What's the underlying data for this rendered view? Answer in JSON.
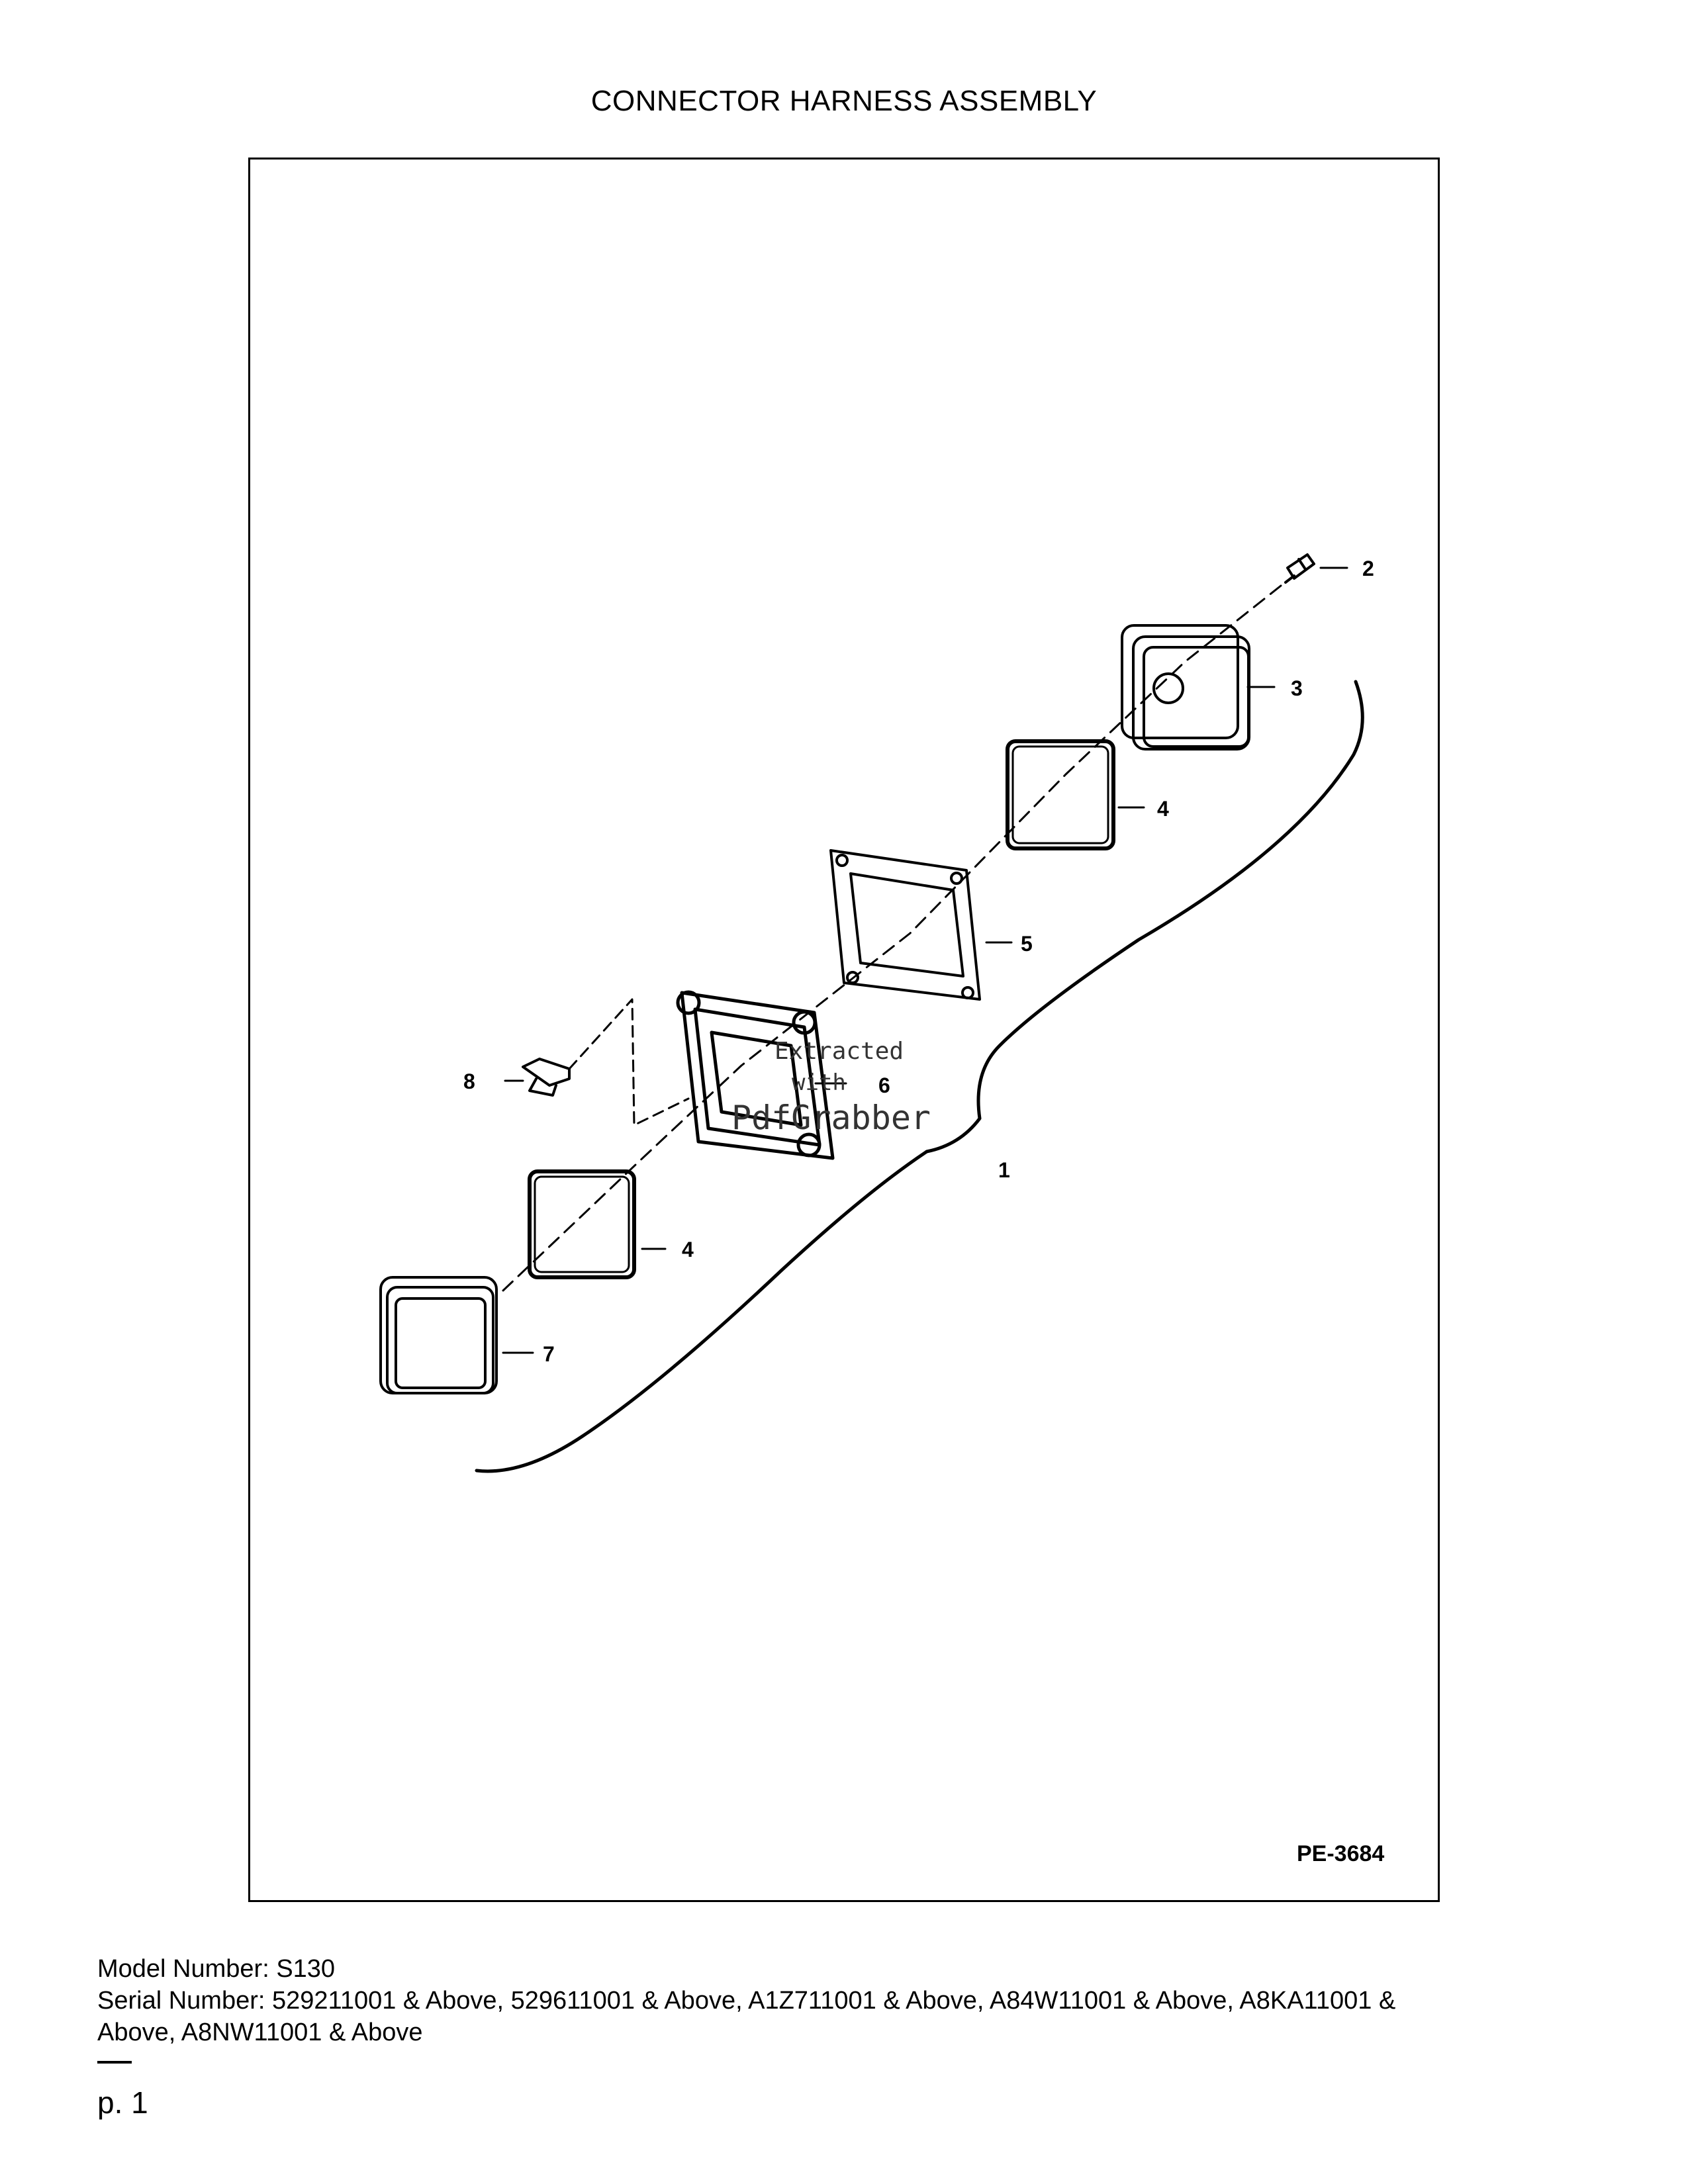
{
  "page": {
    "title": "CONNECTOR HARNESS ASSEMBLY",
    "figure_code": "PE-3684"
  },
  "callouts": [
    {
      "label": "1"
    },
    {
      "label": "2"
    },
    {
      "label": "3"
    },
    {
      "label": "4"
    },
    {
      "label": "5"
    },
    {
      "label": "6"
    },
    {
      "label": "4"
    },
    {
      "label": "7"
    },
    {
      "label": "8"
    }
  ],
  "watermark": {
    "line1": "Extracted",
    "line2": "with",
    "line3": "PdfGrabber"
  },
  "footer": {
    "model_line": "Model Number: S130",
    "serial_line_1": "Serial Number: 529211001 & Above, 529611001 & Above, A1Z711001 & Above, A84W11001 & Above, A8KA11001 &",
    "serial_line_2": "Above, A8NW11001 & Above",
    "page_number": "p. 1"
  }
}
